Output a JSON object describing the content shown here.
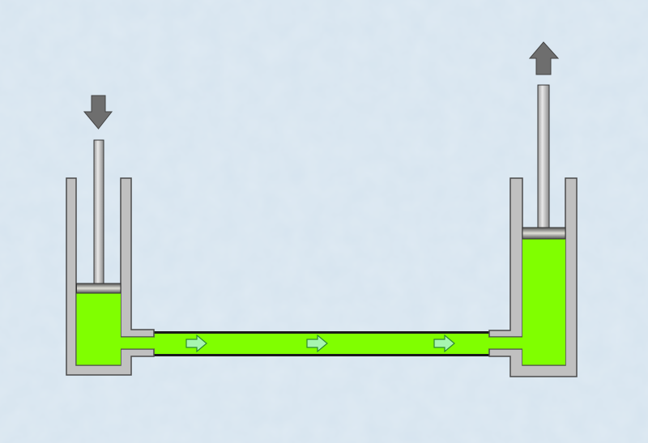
{
  "diagram": {
    "subject": "hydraulic-press",
    "colors": {
      "background": "#d6e4ef",
      "fluid": "#80ff00",
      "wall": "#c0c0c0",
      "outline": "#4a4a4a",
      "force_arrow": "#6e6e6e",
      "flow_arrow": "#a6f5b0"
    },
    "input_piston_force": "down",
    "output_piston_force": "up",
    "flow_direction": "right",
    "flow_arrow_count": 3
  }
}
